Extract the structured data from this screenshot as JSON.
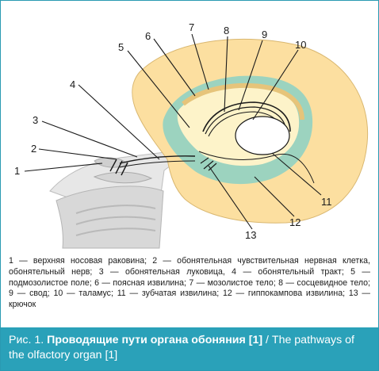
{
  "labels": [
    "1",
    "2",
    "3",
    "4",
    "5",
    "6",
    "7",
    "8",
    "9",
    "10",
    "11",
    "12",
    "13"
  ],
  "legend_text": "1 — верхняя носовая раковина; 2 — обонятельная чувствительная нервная клетка, обонятельный нерв; 3 — обонятельная луковица, 4 — обонятельный тракт; 5 — подмозолистое поле; 6 — поясная извилина; 7 — мозолистое тело; 8 — сосцевидное тело; 9 — свод; 10 — таламус; 11 — зубчатая извилина; 12 — гиппокампова извилина; 13 — крючок",
  "caption": {
    "prefix": "Рис. 1. ",
    "bold": "Проводящие пути органа обоняния [1]",
    "rest": " / The pathways of the olfactory organ [1]"
  },
  "colors": {
    "frame": "#2a9ab2",
    "caption_bg": "#2aa1b9",
    "cortex": "#fcdfa0",
    "limbic": "#9cd3bf",
    "inner": "#fdf3c9",
    "nasal": "#e3e3e3"
  }
}
